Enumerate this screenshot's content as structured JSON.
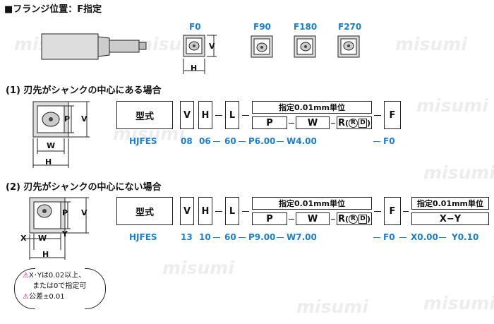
{
  "header": {
    "marker": "■",
    "title": "フランジ位置：F指定"
  },
  "flange": {
    "labels": [
      "F0",
      "F90",
      "F180",
      "F270"
    ],
    "v": "V",
    "h": "H"
  },
  "case1": {
    "title": "(1) 刃先がシャンクの中心にある場合",
    "dims": {
      "p": "P",
      "v": "V",
      "w": "W",
      "h": "H"
    },
    "codes": {
      "type": "型式",
      "v": "V",
      "h": "H",
      "l": "L",
      "unit": "指定0.01mm単位",
      "p": "P",
      "w": "W",
      "r": "R",
      "rd1": "R",
      "rd2": "D",
      "f": "F"
    },
    "example": {
      "type": "HJFES",
      "v": "08",
      "h": "06",
      "l": "60",
      "p": "P6.00",
      "w": "W4.00",
      "f": "F0"
    }
  },
  "case2": {
    "title": "(2) 刃先がシャンクの中心にない場合",
    "dims": {
      "p": "P",
      "v": "V",
      "y": "Y",
      "x": "X",
      "w": "W",
      "h": "H"
    },
    "codes": {
      "type": "型式",
      "v": "V",
      "h": "H",
      "l": "L",
      "unit": "指定0.01mm単位",
      "p": "P",
      "w": "W",
      "r": "R",
      "rd1": "R",
      "rd2": "D",
      "f": "F",
      "unit2": "指定0.01mm単位",
      "xy": "X−Y"
    },
    "example": {
      "type": "HJFES",
      "v": "13",
      "h": "10",
      "l": "60",
      "p": "P9.00",
      "w": "W7.00",
      "f": "F0",
      "x": "X0.00",
      "y": "Y0.10"
    }
  },
  "note": {
    "line1": "X･Yは0.02以上、",
    "line2": "または0で指定可",
    "line3": "公差±0.01"
  },
  "watermark": "misumi"
}
